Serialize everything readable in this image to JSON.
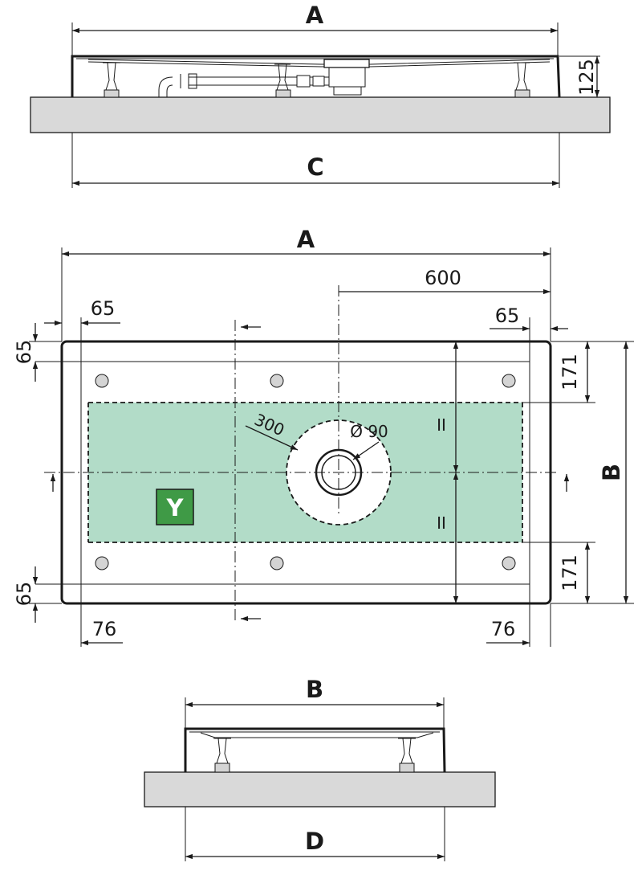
{
  "labels": {
    "top_width": "A",
    "top_base": "C",
    "top_height": "125",
    "plan_width": "A",
    "plan_600": "600",
    "plan_65_left": "65",
    "plan_65_right": "65",
    "plan_65_top": "65",
    "plan_65_bottom": "65",
    "plan_171_top": "171",
    "plan_171_bottom": "171",
    "plan_76_left": "76",
    "plan_76_right": "76",
    "plan_300": "300",
    "plan_drain": "Ø 90",
    "plan_ii_top": "II",
    "plan_ii_bottom": "II",
    "plan_depth": "B",
    "zone_badge": "Y",
    "side_width": "B",
    "side_base": "D"
  },
  "colors": {
    "zone_fill": "#b2dcc8",
    "badge_fill": "#3f9a46",
    "platform_fill": "#d9d9d9",
    "line": "#1a1a1a",
    "foot_fill": "#d4d4d4"
  }
}
